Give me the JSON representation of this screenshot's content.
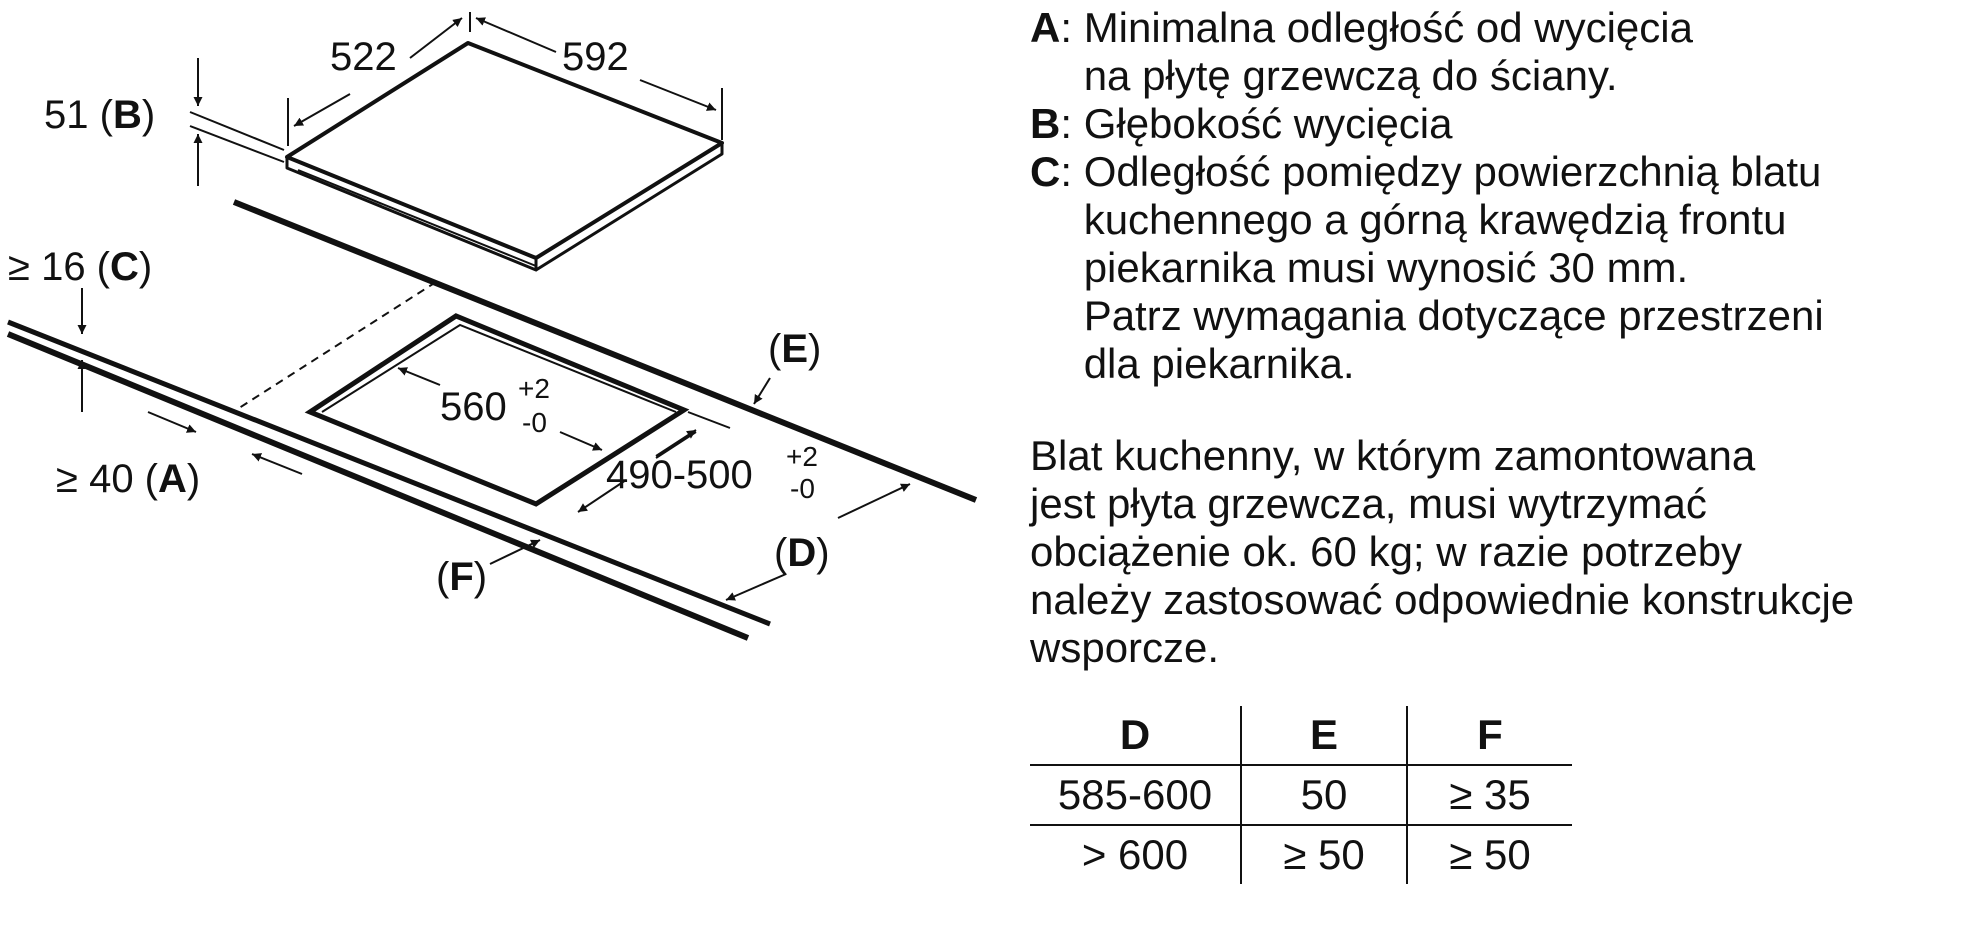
{
  "diagram": {
    "hob_width": "592",
    "hob_depth": "522",
    "depth_label": {
      "value": "51",
      "open": " (",
      "key": "B",
      "close": ")"
    },
    "gap_c": {
      "value": "≥ 16",
      "open": " (",
      "key": "C",
      "close": ")"
    },
    "gap_a": {
      "value": "≥ 40",
      "open": " (",
      "key": "A",
      "close": ")"
    },
    "cutout_width": {
      "value": "560",
      "sup": "+2",
      "sub": "-0"
    },
    "cutout_depth": {
      "value": "490-500",
      "sup": "+2",
      "sub": "-0"
    },
    "label_e": {
      "open": "(",
      "key": "E",
      "close": ")"
    },
    "label_d": {
      "open": "(",
      "key": "D",
      "close": ")"
    },
    "label_f": {
      "open": "(",
      "key": "F",
      "close": ")"
    }
  },
  "legend": [
    {
      "key": "A",
      "sep": ": ",
      "lines": "Minimalna odległość od wycięcia\nna płytę grzewczą do ściany."
    },
    {
      "key": "B",
      "sep": ": ",
      "lines": "Głębokość wycięcia"
    },
    {
      "key": "C",
      "sep": ": ",
      "lines": "Odległość pomiędzy powierzchnią blatu\nkuchennego a górną krawędzią frontu\npiekarnika musi wynosić 30 mm.\nPatrz wymagania dotyczące przestrzeni\ndla piekarnika."
    }
  ],
  "note": "Blat kuchenny, w którym zamontowana\njest płyta grzewcza, musi wytrzymać\nobciążenie ok. 60 kg; w razie potrzeby\nnależy zastosować odpowiednie konstrukcje\nwsporcze.",
  "table": {
    "headers": [
      "D",
      "E",
      "F"
    ],
    "rows": [
      [
        "585-600",
        "50",
        "≥ 35"
      ],
      [
        "> 600",
        "≥ 50",
        "≥ 50"
      ]
    ]
  }
}
